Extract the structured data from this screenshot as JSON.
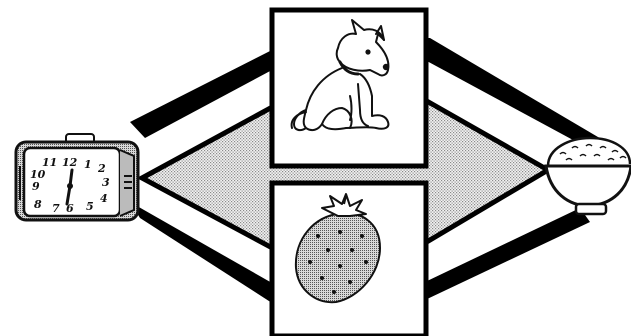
{
  "diagram": {
    "nodes": [
      {
        "id": "clock",
        "label": "",
        "icon": "alarm-clock-icon"
      },
      {
        "id": "dog",
        "label": "",
        "icon": "dog-icon"
      },
      {
        "id": "strawberry",
        "label": "",
        "icon": "strawberry-icon"
      },
      {
        "id": "rice",
        "label": "",
        "icon": "rice-bowl-icon"
      }
    ],
    "clock_face": {
      "numerals": [
        "12",
        "1",
        "2",
        "3",
        "4",
        "5",
        "6",
        "7",
        "8",
        "9",
        "10",
        "11"
      ]
    },
    "colors": {
      "stroke": "#000000",
      "stipple": "#c8c8c8",
      "background": "#ffffff"
    }
  }
}
